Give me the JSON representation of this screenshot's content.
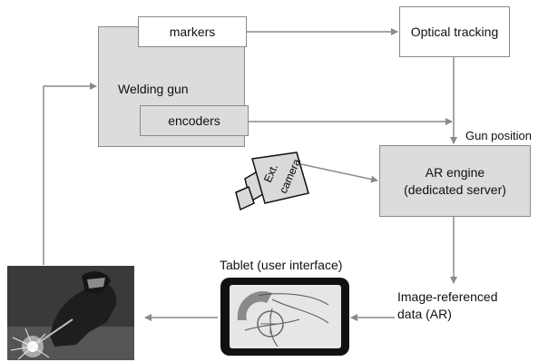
{
  "diagram": {
    "markers": "markers",
    "optical_tracking": "Optical tracking",
    "welding_gun": "Welding gun",
    "encoders": "encoders",
    "gun_position": "Gun position",
    "ar_engine_line1": "AR engine",
    "ar_engine_line2": "(dedicated server)",
    "camera_line1": "Ext.",
    "camera_line2": "camera",
    "tablet": "Tablet (user interface)",
    "image_referenced_line1": "Image-referenced",
    "image_referenced_line2": "data (AR)"
  },
  "colors": {
    "box_fill": "#dcdcdc",
    "arrow": "#8a8a8a",
    "tablet_frame": "#111111"
  },
  "icons": [
    "camera-icon",
    "welder-photo",
    "tablet-icon"
  ]
}
